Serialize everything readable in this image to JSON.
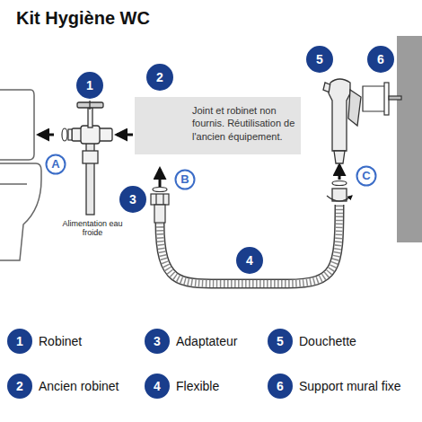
{
  "diagram": {
    "title": "Kit Hygiène WC",
    "nodes": [
      {
        "text": [
          "1"
        ]
      },
      {
        "text": [
          "2"
        ]
      },
      {
        "text": [
          "Joint et robinet non fournis. Réutilisation de l'ancien équipement."
        ]
      },
      {
        "text": [
          "5"
        ]
      },
      {
        "text": [
          "6"
        ]
      },
      {
        "text": [
          "A"
        ]
      },
      {
        "text": [
          "B"
        ]
      },
      {
        "text": [
          "C"
        ]
      },
      {
        "text": [
          "3"
        ]
      },
      {
        "text": [
          "4"
        ]
      },
      {
        "text": [
          "1",
          "Robinet"
        ]
      },
      {
        "text": [
          "3",
          "Adaptateur"
        ]
      },
      {
        "text": [
          "5",
          "Douchette"
        ]
      },
      {
        "text": [
          "2",
          "Ancien robinet"
        ]
      },
      {
        "text": [
          "4",
          "Flexible"
        ]
      },
      {
        "text": [
          "6",
          "Support mural fixe"
        ]
      }
    ],
    "labels": [
      "Alimentation eau froide"
    ]
  }
}
